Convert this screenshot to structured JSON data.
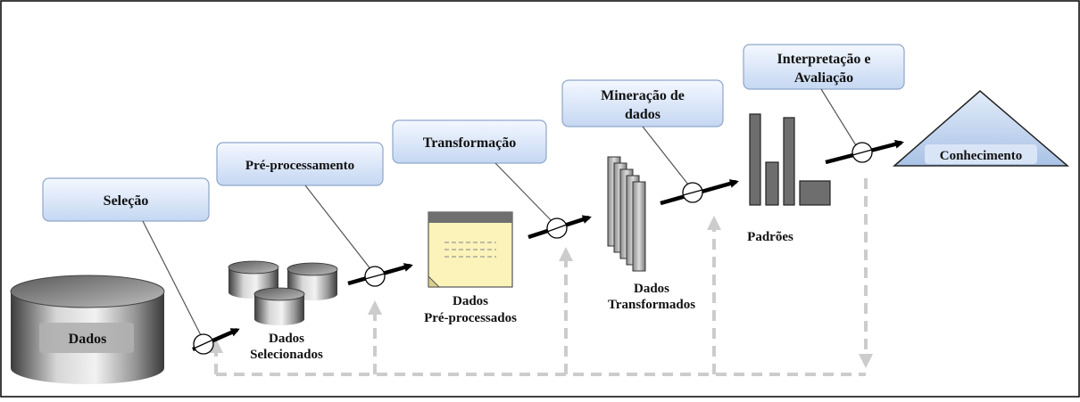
{
  "steps": [
    {
      "lines": [
        "Seleção"
      ]
    },
    {
      "lines": [
        "Pré-processamento"
      ]
    },
    {
      "lines": [
        "Transformação"
      ]
    },
    {
      "lines": [
        "Mineração de",
        "dados"
      ]
    },
    {
      "lines": [
        "Interpretação e",
        "Avaliação"
      ]
    }
  ],
  "labels": {
    "dados": "Dados",
    "selecionados": [
      "Dados",
      "Selecionados"
    ],
    "preprocessados": [
      "Dados",
      "Pré-processados"
    ],
    "transformados": [
      "Dados",
      "Transformados"
    ],
    "padroes": "Padrões",
    "conhecimento": "Conhecimento"
  },
  "colors": {
    "step_box_top": "#f4f8ff",
    "step_box_bottom": "#c5d7f2",
    "step_box_border": "#8fa6c9",
    "arrow": "#000000",
    "feedback": "#cccccc",
    "document": "#fbf3b9",
    "bars": "#6e6e6e"
  }
}
